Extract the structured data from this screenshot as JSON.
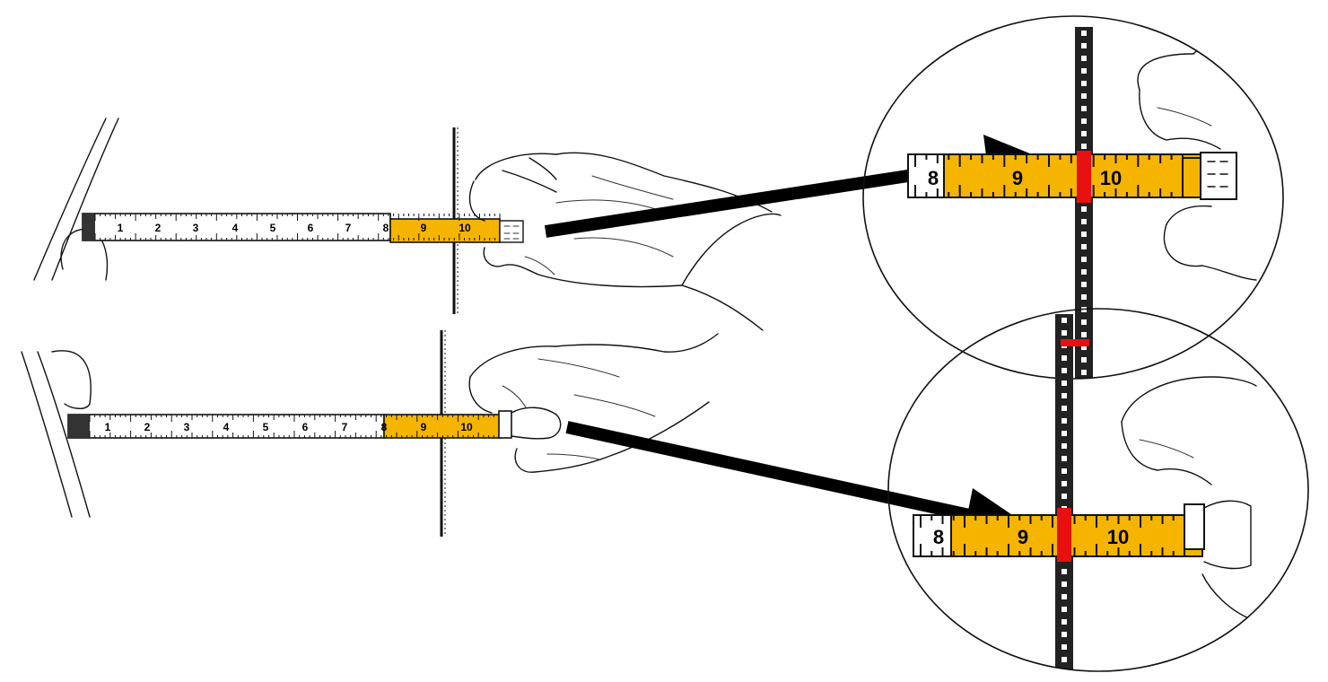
{
  "colors": {
    "tape_white": "#ffffff",
    "tape_yellow": "#f5b400",
    "marker_red": "#e81010",
    "ink": "#111111"
  },
  "tapes": {
    "top": {
      "labels": [
        "1",
        "2",
        "3",
        "4",
        "5",
        "6",
        "7",
        "8",
        "9",
        "10"
      ]
    },
    "bottom": {
      "labels": [
        "1",
        "2",
        "3",
        "4",
        "5",
        "6",
        "7",
        "8",
        "9",
        "10"
      ]
    }
  },
  "magnifier_top": {
    "labels": [
      "8",
      "9",
      "10"
    ]
  },
  "magnifier_bottom": {
    "labels": [
      "8",
      "9",
      "10"
    ]
  }
}
